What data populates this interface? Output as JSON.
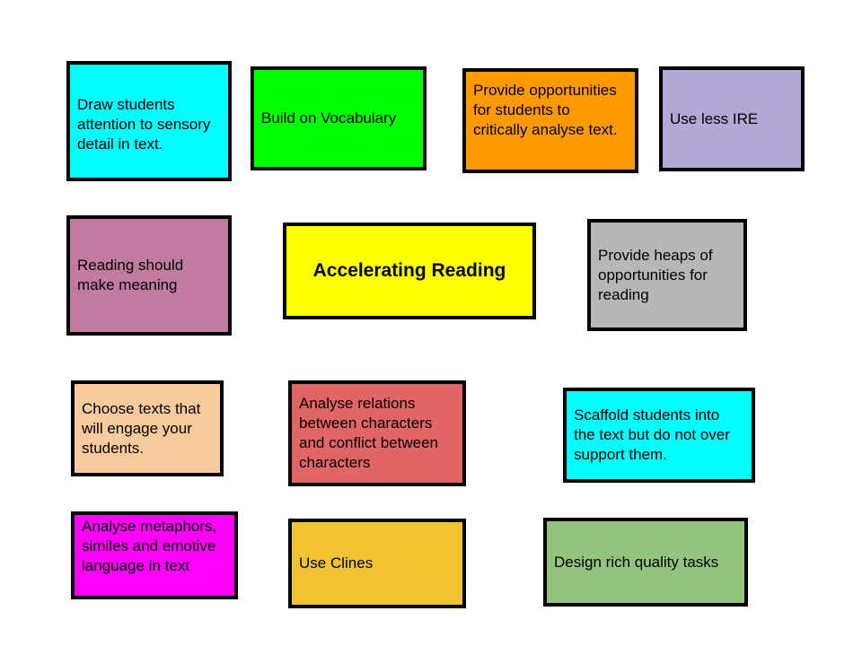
{
  "central_topic": {
    "label": "Accelerating Reading",
    "color": "#ffff00"
  },
  "notes": [
    {
      "label": "Draw students attention to sensory detail in text.",
      "color": "#00ffff"
    },
    {
      "label": "Build on Vocabulary",
      "color": "#00ff00"
    },
    {
      "label": "Provide opportunities for students to critically analyse text.",
      "color": "#ff9900"
    },
    {
      "label": "Use less IRE",
      "color": "#b4a7d6"
    },
    {
      "label": "Reading should make meaning",
      "color": "#c27ba0"
    },
    {
      "label": "Provide heaps of opportunities for reading",
      "color": "#b7b7b7"
    },
    {
      "label": "Choose texts that will engage your students.",
      "color": "#f9cb9c"
    },
    {
      "label": "Analyse relations between characters and conflict between characters",
      "color": "#e06666"
    },
    {
      "label": "Scaffold students into the text but do not over support them.",
      "color": "#00ffff"
    },
    {
      "label": "Analyse metaphors, similes and emotive language in text",
      "color": "#ff00ff"
    },
    {
      "label": "Use Clines",
      "color": "#f1c232"
    },
    {
      "label": "Design rich quality tasks",
      "color": "#93c47d"
    }
  ]
}
